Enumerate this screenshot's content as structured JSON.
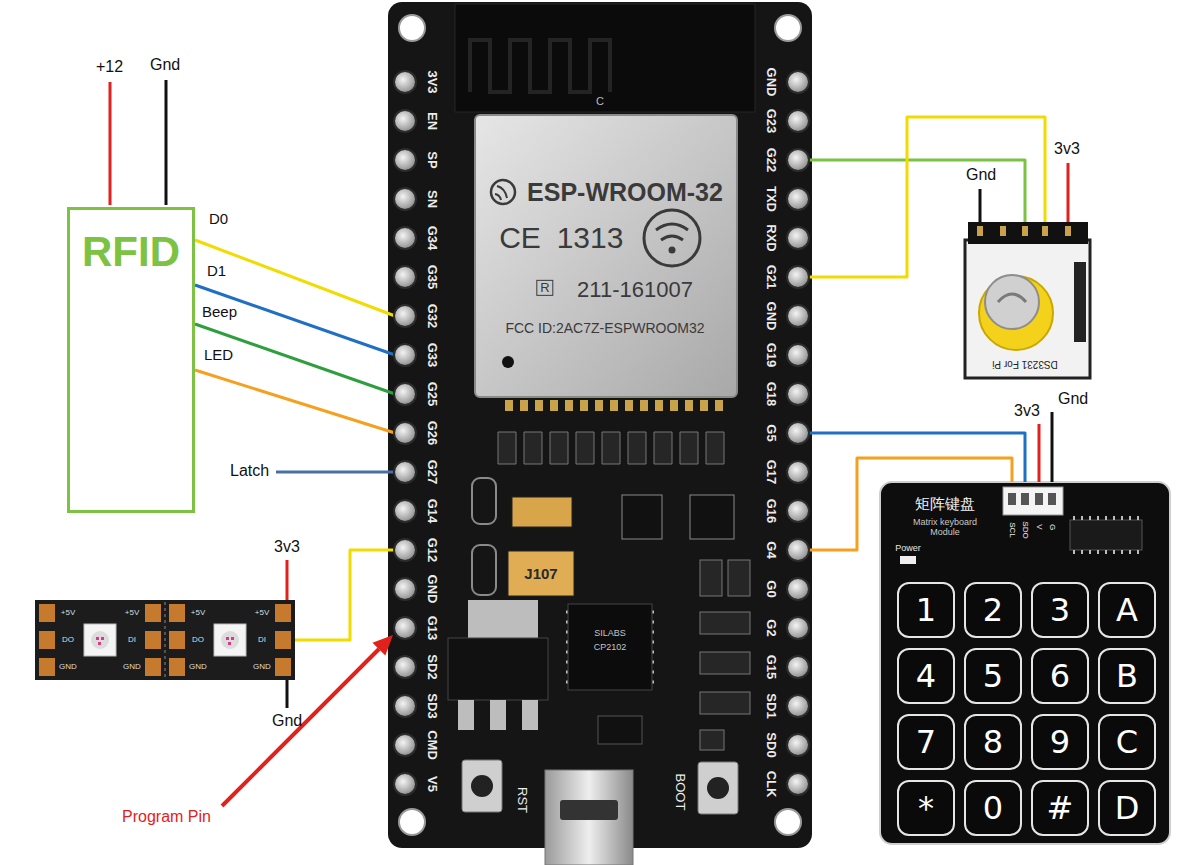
{
  "diagram": {
    "nodes": [
      {
        "text": [
          "RFID"
        ]
      },
      {
        "text": [
          "C",
          "ESP-WROOM-32",
          "CE",
          "1313",
          "R",
          "211-161007",
          "FCC ID:2AC7Z-ESPWROOM32",
          "J107",
          "SILABS",
          "CP2102",
          "RST",
          "BOOT"
        ]
      },
      {
        "text": [
          "3V3"
        ],
        "in": 1
      },
      {
        "text": [
          "EN"
        ],
        "in": 1
      },
      {
        "text": [
          "SP"
        ],
        "in": 1
      },
      {
        "text": [
          "SN"
        ],
        "in": 1
      },
      {
        "text": [
          "G34"
        ],
        "in": 1
      },
      {
        "text": [
          "G35"
        ],
        "in": 1
      },
      {
        "text": [
          "G32"
        ],
        "in": 1
      },
      {
        "text": [
          "G33"
        ],
        "in": 1
      },
      {
        "text": [
          "G25"
        ],
        "in": 1
      },
      {
        "text": [
          "G26"
        ],
        "in": 1
      },
      {
        "text": [
          "G27"
        ],
        "in": 1
      },
      {
        "text": [
          "G14"
        ],
        "in": 1
      },
      {
        "text": [
          "G12"
        ],
        "in": 1
      },
      {
        "text": [
          "GND"
        ],
        "in": 1
      },
      {
        "text": [
          "G13"
        ],
        "in": 1
      },
      {
        "text": [
          "SD2"
        ],
        "in": 1
      },
      {
        "text": [
          "SD3"
        ],
        "in": 1
      },
      {
        "text": [
          "CMD"
        ],
        "in": 1
      },
      {
        "text": [
          "V5"
        ],
        "in": 1
      },
      {
        "text": [
          "GND"
        ],
        "in": 1
      },
      {
        "text": [
          "G23"
        ],
        "in": 1
      },
      {
        "text": [
          "G22"
        ],
        "in": 1
      },
      {
        "text": [
          "TXD"
        ],
        "in": 1
      },
      {
        "text": [
          "RXD"
        ],
        "in": 1
      },
      {
        "text": [
          "G21"
        ],
        "in": 1
      },
      {
        "text": [
          "GND"
        ],
        "in": 1
      },
      {
        "text": [
          "G19"
        ],
        "in": 1
      },
      {
        "text": [
          "G18"
        ],
        "in": 1
      },
      {
        "text": [
          "G5"
        ],
        "in": 1
      },
      {
        "text": [
          "G17"
        ],
        "in": 1
      },
      {
        "text": [
          "G16"
        ],
        "in": 1
      },
      {
        "text": [
          "G4"
        ],
        "in": 1
      },
      {
        "text": [
          "G0"
        ],
        "in": 1
      },
      {
        "text": [
          "G2"
        ],
        "in": 1
      },
      {
        "text": [
          "G15"
        ],
        "in": 1
      },
      {
        "text": [
          "SD1"
        ],
        "in": 1
      },
      {
        "text": [
          "SD0"
        ],
        "in": 1
      },
      {
        "text": [
          "CLK"
        ],
        "in": 1
      },
      {
        "text": [
          "DS3231 For Pi"
        ]
      },
      {
        "text": [
          "矩阵键盘",
          "Matrix keyboard Module",
          "Power",
          "SCL",
          "SDO",
          "V",
          "G"
        ]
      },
      {
        "text": [
          "1"
        ],
        "in": 41
      },
      {
        "text": [
          "2"
        ],
        "in": 41
      },
      {
        "text": [
          "3"
        ],
        "in": 41
      },
      {
        "text": [
          "A"
        ],
        "in": 41
      },
      {
        "text": [
          "4"
        ],
        "in": 41
      },
      {
        "text": [
          "5"
        ],
        "in": 41
      },
      {
        "text": [
          "6"
        ],
        "in": 41
      },
      {
        "text": [
          "B"
        ],
        "in": 41
      },
      {
        "text": [
          "7"
        ],
        "in": 41
      },
      {
        "text": [
          "8"
        ],
        "in": 41
      },
      {
        "text": [
          "9"
        ],
        "in": 41
      },
      {
        "text": [
          "C"
        ],
        "in": 41
      },
      {
        "text": [
          "*"
        ],
        "in": 41
      },
      {
        "text": [
          "0"
        ],
        "in": 41
      },
      {
        "text": [
          "#"
        ],
        "in": 41
      },
      {
        "text": [
          "D"
        ],
        "in": 41
      },
      {
        "text": [
          "+5V",
          "DO",
          "GND",
          "+5V",
          "DI",
          "GND"
        ]
      },
      {
        "text": [
          "+5V",
          "DO",
          "GND",
          "+5V",
          "DI",
          "GND"
        ]
      }
    ],
    "edges": [
      {
        "from": 0,
        "to": 8,
        "arrow": "none",
        "label": "D0"
      },
      {
        "from": 0,
        "to": 9,
        "arrow": "none",
        "label": "D1"
      },
      {
        "from": 0,
        "to": 10,
        "arrow": "none",
        "label": "Beep"
      },
      {
        "from": 0,
        "to": 11,
        "arrow": "none",
        "label": "LED"
      },
      {
        "from": 40,
        "to": 23,
        "arrow": "none"
      },
      {
        "from": 40,
        "to": 26,
        "arrow": "none"
      },
      {
        "from": 41,
        "to": 30,
        "arrow": "none"
      },
      {
        "from": 41,
        "to": 33,
        "arrow": "none"
      },
      {
        "from": 59,
        "to": 14,
        "arrow": "none"
      }
    ],
    "labels": [
      "+12",
      "Gnd",
      "Gnd",
      "3v3",
      "3v3",
      "Gnd",
      "Latch",
      "3v3",
      "Gnd",
      "Program Pin"
    ]
  }
}
